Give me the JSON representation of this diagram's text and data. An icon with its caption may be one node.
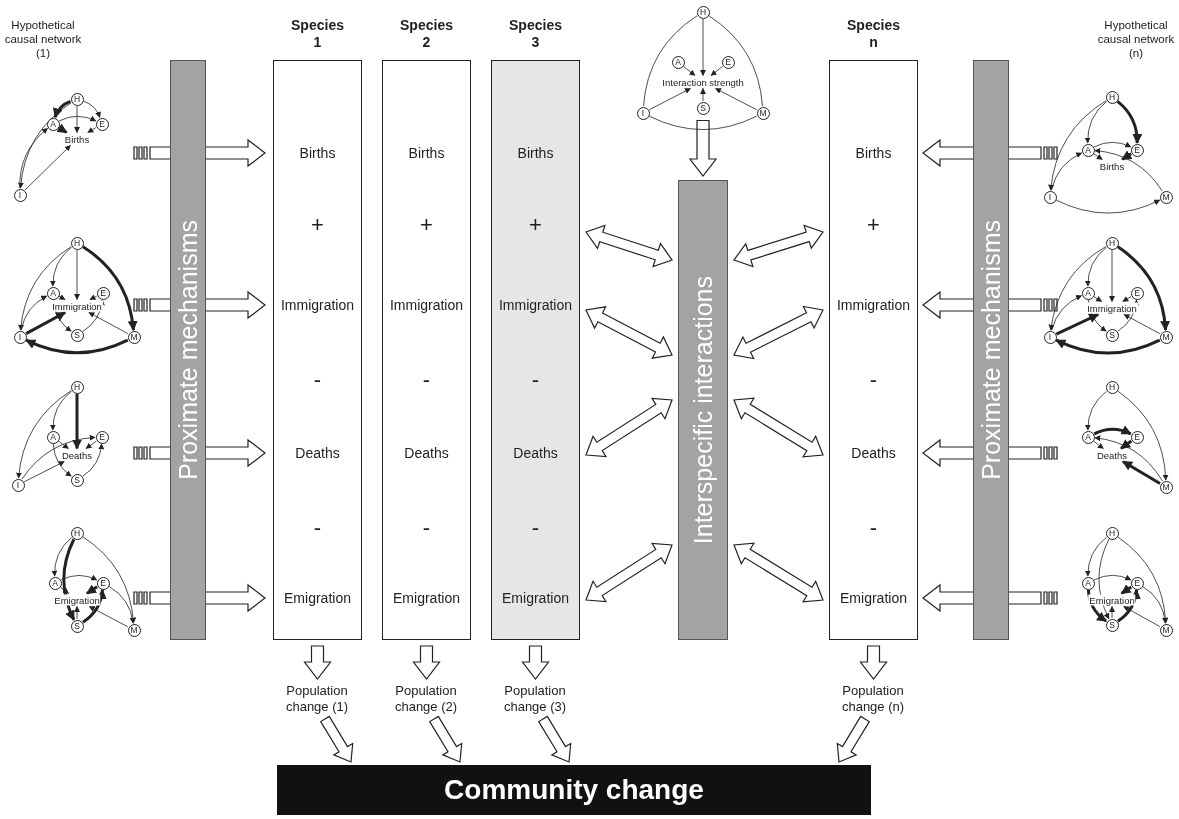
{
  "diagram": {
    "nodes": [
      {
        "text": [
          "Proximate mechanisms"
        ]
      },
      {
        "text": [
          "Species 1"
        ]
      },
      {
        "text": [
          "Births"
        ],
        "in": 1
      },
      {
        "text": [
          "Immigration"
        ],
        "in": 1
      },
      {
        "text": [
          "Deaths"
        ],
        "in": 1
      },
      {
        "text": [
          "Emigration"
        ],
        "in": 1
      },
      {
        "text": [
          "Species 2"
        ]
      },
      {
        "text": [
          "Births"
        ],
        "in": 6
      },
      {
        "text": [
          "Immigration"
        ],
        "in": 6
      },
      {
        "text": [
          "Deaths"
        ],
        "in": 6
      },
      {
        "text": [
          "Emigration"
        ],
        "in": 6
      },
      {
        "text": [
          "Species 3"
        ]
      },
      {
        "text": [
          "Births"
        ],
        "in": 11
      },
      {
        "text": [
          "Immigration"
        ],
        "in": 11
      },
      {
        "text": [
          "Deaths"
        ],
        "in": 11
      },
      {
        "text": [
          "Emigration"
        ],
        "in": 11
      },
      {
        "text": [
          "Interspecific interactions"
        ]
      },
      {
        "text": [
          "Species n"
        ]
      },
      {
        "text": [
          "Births"
        ],
        "in": 17
      },
      {
        "text": [
          "Immigration"
        ],
        "in": 17
      },
      {
        "text": [
          "Deaths"
        ],
        "in": 17
      },
      {
        "text": [
          "Emigration"
        ],
        "in": 17
      },
      {
        "text": [
          "Proximate mechanisms"
        ]
      },
      {
        "text": [
          "Population change (1)"
        ]
      },
      {
        "text": [
          "Population change (2)"
        ]
      },
      {
        "text": [
          "Population change (3)"
        ]
      },
      {
        "text": [
          "Population change (n)"
        ]
      },
      {
        "text": [
          "Community change"
        ]
      },
      {
        "text": [
          "H"
        ]
      },
      {
        "text": [
          "A"
        ]
      },
      {
        "text": [
          "E"
        ]
      },
      {
        "text": [
          "Births"
        ]
      },
      {
        "text": [
          "I"
        ]
      },
      {
        "text": [
          "H"
        ]
      },
      {
        "text": [
          "A"
        ]
      },
      {
        "text": [
          "E"
        ]
      },
      {
        "text": [
          "Immigration"
        ]
      },
      {
        "text": [
          "I"
        ]
      },
      {
        "text": [
          "S"
        ]
      },
      {
        "text": [
          "M"
        ]
      },
      {
        "text": [
          "H"
        ]
      },
      {
        "text": [
          "A"
        ]
      },
      {
        "text": [
          "E"
        ]
      },
      {
        "text": [
          "Deaths"
        ]
      },
      {
        "text": [
          "I"
        ]
      },
      {
        "text": [
          "S"
        ]
      },
      {
        "text": [
          "H"
        ]
      },
      {
        "text": [
          "A"
        ]
      },
      {
        "text": [
          "E"
        ]
      },
      {
        "text": [
          "Emigration"
        ]
      },
      {
        "text": [
          "S"
        ]
      },
      {
        "text": [
          "M"
        ]
      },
      {
        "text": [
          "H"
        ]
      },
      {
        "text": [
          "A"
        ]
      },
      {
        "text": [
          "E"
        ]
      },
      {
        "text": [
          "Interaction strength"
        ]
      },
      {
        "text": [
          "I"
        ]
      },
      {
        "text": [
          "S"
        ]
      },
      {
        "text": [
          "M"
        ]
      },
      {
        "text": [
          "H"
        ]
      },
      {
        "text": [
          "A"
        ]
      },
      {
        "text": [
          "E"
        ]
      },
      {
        "text": [
          "Births"
        ]
      },
      {
        "text": [
          "I"
        ]
      },
      {
        "text": [
          "M"
        ]
      },
      {
        "text": [
          "H"
        ]
      },
      {
        "text": [
          "A"
        ]
      },
      {
        "text": [
          "E"
        ]
      },
      {
        "text": [
          "Immigration"
        ]
      },
      {
        "text": [
          "I"
        ]
      },
      {
        "text": [
          "S"
        ]
      },
      {
        "text": [
          "M"
        ]
      },
      {
        "text": [
          "H"
        ]
      },
      {
        "text": [
          "A"
        ]
      },
      {
        "text": [
          "E"
        ]
      },
      {
        "text": [
          "Deaths"
        ]
      },
      {
        "text": [
          "M"
        ]
      },
      {
        "text": [
          "H"
        ]
      },
      {
        "text": [
          "A"
        ]
      },
      {
        "text": [
          "E"
        ]
      },
      {
        "text": [
          "Emigration"
        ]
      },
      {
        "text": [
          "S"
        ]
      },
      {
        "text": [
          "M"
        ]
      }
    ],
    "edges": [
      {
        "from": 31,
        "to": 2,
        "arrow": "to"
      },
      {
        "from": 36,
        "to": 3,
        "arrow": "to"
      },
      {
        "from": 43,
        "to": 4,
        "arrow": "to"
      },
      {
        "from": 49,
        "to": 5,
        "arrow": "to"
      },
      {
        "from": 62,
        "to": 18,
        "arrow": "to"
      },
      {
        "from": 68,
        "to": 19,
        "arrow": "to"
      },
      {
        "from": 75,
        "to": 20,
        "arrow": "to"
      },
      {
        "from": 80,
        "to": 21,
        "arrow": "to"
      },
      {
        "from": 11,
        "to": 16,
        "arrow": "both"
      },
      {
        "from": 11,
        "to": 16,
        "arrow": "both"
      },
      {
        "from": 11,
        "to": 16,
        "arrow": "both"
      },
      {
        "from": 11,
        "to": 16,
        "arrow": "both"
      },
      {
        "from": 17,
        "to": 16,
        "arrow": "both"
      },
      {
        "from": 17,
        "to": 16,
        "arrow": "both"
      },
      {
        "from": 17,
        "to": 16,
        "arrow": "both"
      },
      {
        "from": 17,
        "to": 16,
        "arrow": "both"
      },
      {
        "from": 57,
        "to": 16,
        "arrow": "to"
      },
      {
        "from": 1,
        "to": 23,
        "arrow": "to"
      },
      {
        "from": 6,
        "to": 24,
        "arrow": "to"
      },
      {
        "from": 11,
        "to": 25,
        "arrow": "to"
      },
      {
        "from": 17,
        "to": 26,
        "arrow": "to"
      },
      {
        "from": 23,
        "to": 27,
        "arrow": "to"
      },
      {
        "from": 24,
        "to": 27,
        "arrow": "to"
      },
      {
        "from": 25,
        "to": 27,
        "arrow": "to"
      },
      {
        "from": 26,
        "to": 27,
        "arrow": "to"
      },
      {
        "from": 28,
        "to": 29,
        "arrow": "to",
        "style": "thick"
      },
      {
        "from": 28,
        "to": 31,
        "arrow": "to"
      },
      {
        "from": 28,
        "to": 30,
        "arrow": "to"
      },
      {
        "from": 28,
        "to": 32,
        "arrow": "to"
      },
      {
        "from": 29,
        "to": 30,
        "arrow": "to"
      },
      {
        "from": 29,
        "to": 31,
        "arrow": "to",
        "style": "thick"
      },
      {
        "from": 30,
        "to": 31,
        "arrow": "to"
      },
      {
        "from": 32,
        "to": 29,
        "arrow": "to"
      },
      {
        "from": 32,
        "to": 31,
        "arrow": "to"
      },
      {
        "from": 33,
        "to": 34,
        "arrow": "to"
      },
      {
        "from": 33,
        "to": 36,
        "arrow": "to"
      },
      {
        "from": 33,
        "to": 37,
        "arrow": "to"
      },
      {
        "from": 33,
        "to": 39,
        "arrow": "to",
        "style": "thick"
      },
      {
        "from": 34,
        "to": 36,
        "arrow": "to"
      },
      {
        "from": 35,
        "to": 36,
        "arrow": "to"
      },
      {
        "from": 34,
        "to": 38,
        "arrow": "to"
      },
      {
        "from": 38,
        "to": 35,
        "arrow": "to"
      },
      {
        "from": 37,
        "to": 34,
        "arrow": "to"
      },
      {
        "from": 37,
        "to": 36,
        "arrow": "to",
        "style": "thick"
      },
      {
        "from": 39,
        "to": 36,
        "arrow": "to"
      },
      {
        "from": 39,
        "to": 37,
        "arrow": "to",
        "style": "thick"
      },
      {
        "from": 40,
        "to": 41,
        "arrow": "to"
      },
      {
        "from": 40,
        "to": 43,
        "arrow": "to",
        "style": "thick"
      },
      {
        "from": 40,
        "to": 44,
        "arrow": "to"
      },
      {
        "from": 41,
        "to": 43,
        "arrow": "to"
      },
      {
        "from": 42,
        "to": 43,
        "arrow": "to"
      },
      {
        "from": 41,
        "to": 45,
        "arrow": "to"
      },
      {
        "from": 45,
        "to": 42,
        "arrow": "to"
      },
      {
        "from": 44,
        "to": 43,
        "arrow": "to"
      },
      {
        "from": 44,
        "to": 42,
        "arrow": "to"
      },
      {
        "from": 46,
        "to": 50,
        "arrow": "to",
        "style": "thick"
      },
      {
        "from": 46,
        "to": 47,
        "arrow": "to"
      },
      {
        "from": 46,
        "to": 51,
        "arrow": "to"
      },
      {
        "from": 47,
        "to": 48,
        "arrow": "to"
      },
      {
        "from": 47,
        "to": 49,
        "arrow": "to"
      },
      {
        "from": 48,
        "to": 49,
        "arrow": "to",
        "style": "thick"
      },
      {
        "from": 50,
        "to": 49,
        "arrow": "to"
      },
      {
        "from": 50,
        "to": 48,
        "arrow": "to",
        "style": "thick"
      },
      {
        "from": 48,
        "to": 51,
        "arrow": "to"
      },
      {
        "from": 51,
        "to": 49,
        "arrow": "to"
      },
      {
        "from": 52,
        "to": 55,
        "arrow": "to"
      },
      {
        "from": 53,
        "to": 55,
        "arrow": "to"
      },
      {
        "from": 54,
        "to": 55,
        "arrow": "to"
      },
      {
        "from": 57,
        "to": 55,
        "arrow": "to"
      },
      {
        "from": 56,
        "to": 55,
        "arrow": "to"
      },
      {
        "from": 58,
        "to": 55,
        "arrow": "to"
      },
      {
        "from": 52,
        "to": 56,
        "arrow": "none"
      },
      {
        "from": 52,
        "to": 58,
        "arrow": "none"
      },
      {
        "from": 56,
        "to": 58,
        "arrow": "none"
      },
      {
        "from": 59,
        "to": 60,
        "arrow": "to"
      },
      {
        "from": 59,
        "to": 61,
        "arrow": "to",
        "style": "thick"
      },
      {
        "from": 59,
        "to": 63,
        "arrow": "to"
      },
      {
        "from": 60,
        "to": 61,
        "arrow": "to"
      },
      {
        "from": 64,
        "to": 60,
        "arrow": "to"
      },
      {
        "from": 60,
        "to": 62,
        "arrow": "to"
      },
      {
        "from": 61,
        "to": 62,
        "arrow": "to",
        "style": "thick"
      },
      {
        "from": 63,
        "to": 60,
        "arrow": "to"
      },
      {
        "from": 63,
        "to": 64,
        "arrow": "to"
      },
      {
        "from": 65,
        "to": 66,
        "arrow": "to"
      },
      {
        "from": 65,
        "to": 68,
        "arrow": "to"
      },
      {
        "from": 65,
        "to": 69,
        "arrow": "to"
      },
      {
        "from": 65,
        "to": 71,
        "arrow": "to",
        "style": "thick"
      },
      {
        "from": 66,
        "to": 68,
        "arrow": "to"
      },
      {
        "from": 67,
        "to": 68,
        "arrow": "to"
      },
      {
        "from": 66,
        "to": 70,
        "arrow": "to"
      },
      {
        "from": 70,
        "to": 67,
        "arrow": "to"
      },
      {
        "from": 69,
        "to": 66,
        "arrow": "to"
      },
      {
        "from": 69,
        "to": 68,
        "arrow": "to",
        "style": "thick"
      },
      {
        "from": 71,
        "to": 68,
        "arrow": "to"
      },
      {
        "from": 71,
        "to": 69,
        "arrow": "to",
        "style": "thick"
      },
      {
        "from": 72,
        "to": 73,
        "arrow": "to"
      },
      {
        "from": 72,
        "to": 76,
        "arrow": "to"
      },
      {
        "from": 73,
        "to": 74,
        "arrow": "to",
        "style": "thick"
      },
      {
        "from": 76,
        "to": 73,
        "arrow": "to"
      },
      {
        "from": 73,
        "to": 75,
        "arrow": "to"
      },
      {
        "from": 74,
        "to": 75,
        "arrow": "to",
        "style": "thick"
      },
      {
        "from": 76,
        "to": 75,
        "arrow": "to",
        "style": "thick"
      },
      {
        "from": 77,
        "to": 78,
        "arrow": "to"
      },
      {
        "from": 77,
        "to": 81,
        "arrow": "to"
      },
      {
        "from": 77,
        "to": 82,
        "arrow": "to"
      },
      {
        "from": 78,
        "to": 79,
        "arrow": "to"
      },
      {
        "from": 78,
        "to": 81,
        "arrow": "to",
        "style": "thick"
      },
      {
        "from": 79,
        "to": 80,
        "arrow": "to",
        "style": "thick"
      },
      {
        "from": 81,
        "to": 80,
        "arrow": "to"
      },
      {
        "from": 81,
        "to": 79,
        "arrow": "to",
        "style": "thick"
      },
      {
        "from": 79,
        "to": 82,
        "arrow": "to"
      },
      {
        "from": 82,
        "to": 80,
        "arrow": "to"
      }
    ],
    "labels": [
      "Hypothetical causal network (1)",
      "Hypothetical causal network (n)",
      "+",
      "-",
      "-",
      "+",
      "-",
      "-",
      "+",
      "-",
      "-",
      "+",
      "-",
      "-"
    ]
  }
}
